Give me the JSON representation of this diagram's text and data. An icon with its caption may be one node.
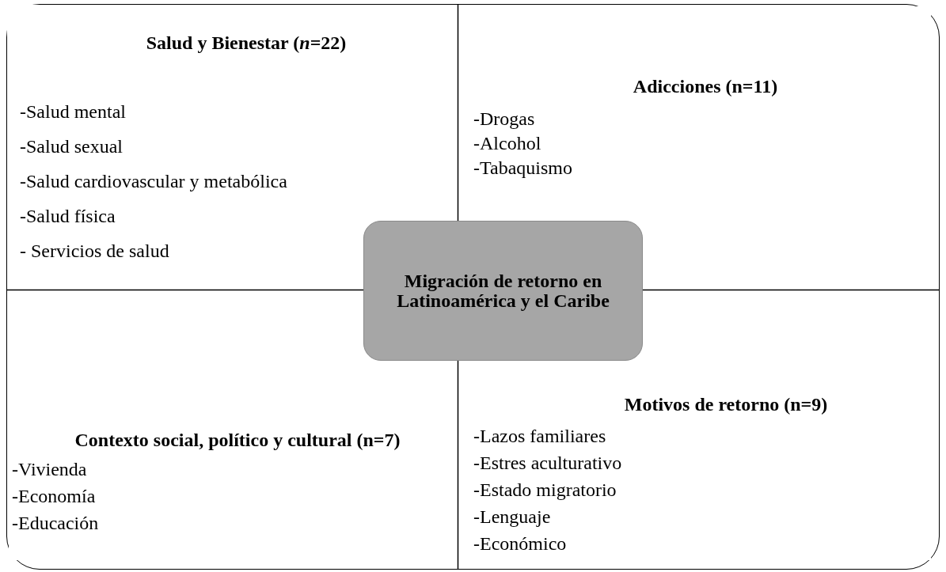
{
  "diagram": {
    "nodes": [
      {
        "text": [],
        "shape": "box"
      },
      {
        "text": [
          "Salud y Bienestar (*n*=22)",
          "-Salud mental",
          "-Salud sexual",
          "-Salud cardiovascular y metabólica",
          "-Salud física",
          "- Servicios de salud"
        ],
        "in": 0
      },
      {
        "text": [
          "Adicciones (n=11)",
          "-Drogas",
          "-Alcohol",
          "-Tabaquismo"
        ],
        "in": 0
      },
      {
        "text": [
          "Contexto social, político y cultural (n=7)",
          "-Vivienda",
          "-Economía",
          "-Educación"
        ],
        "in": 0
      },
      {
        "text": [
          "Motivos de retorno (n=9)",
          "-Lazos familiares",
          "-Estres aculturativo",
          "-Estado migratorio",
          "-Lenguaje",
          "-Económico"
        ],
        "in": 0
      },
      {
        "text": [
          "Migración de retorno en Latinoamérica y el Caribe"
        ],
        "in": 0
      }
    ],
    "edges": []
  }
}
